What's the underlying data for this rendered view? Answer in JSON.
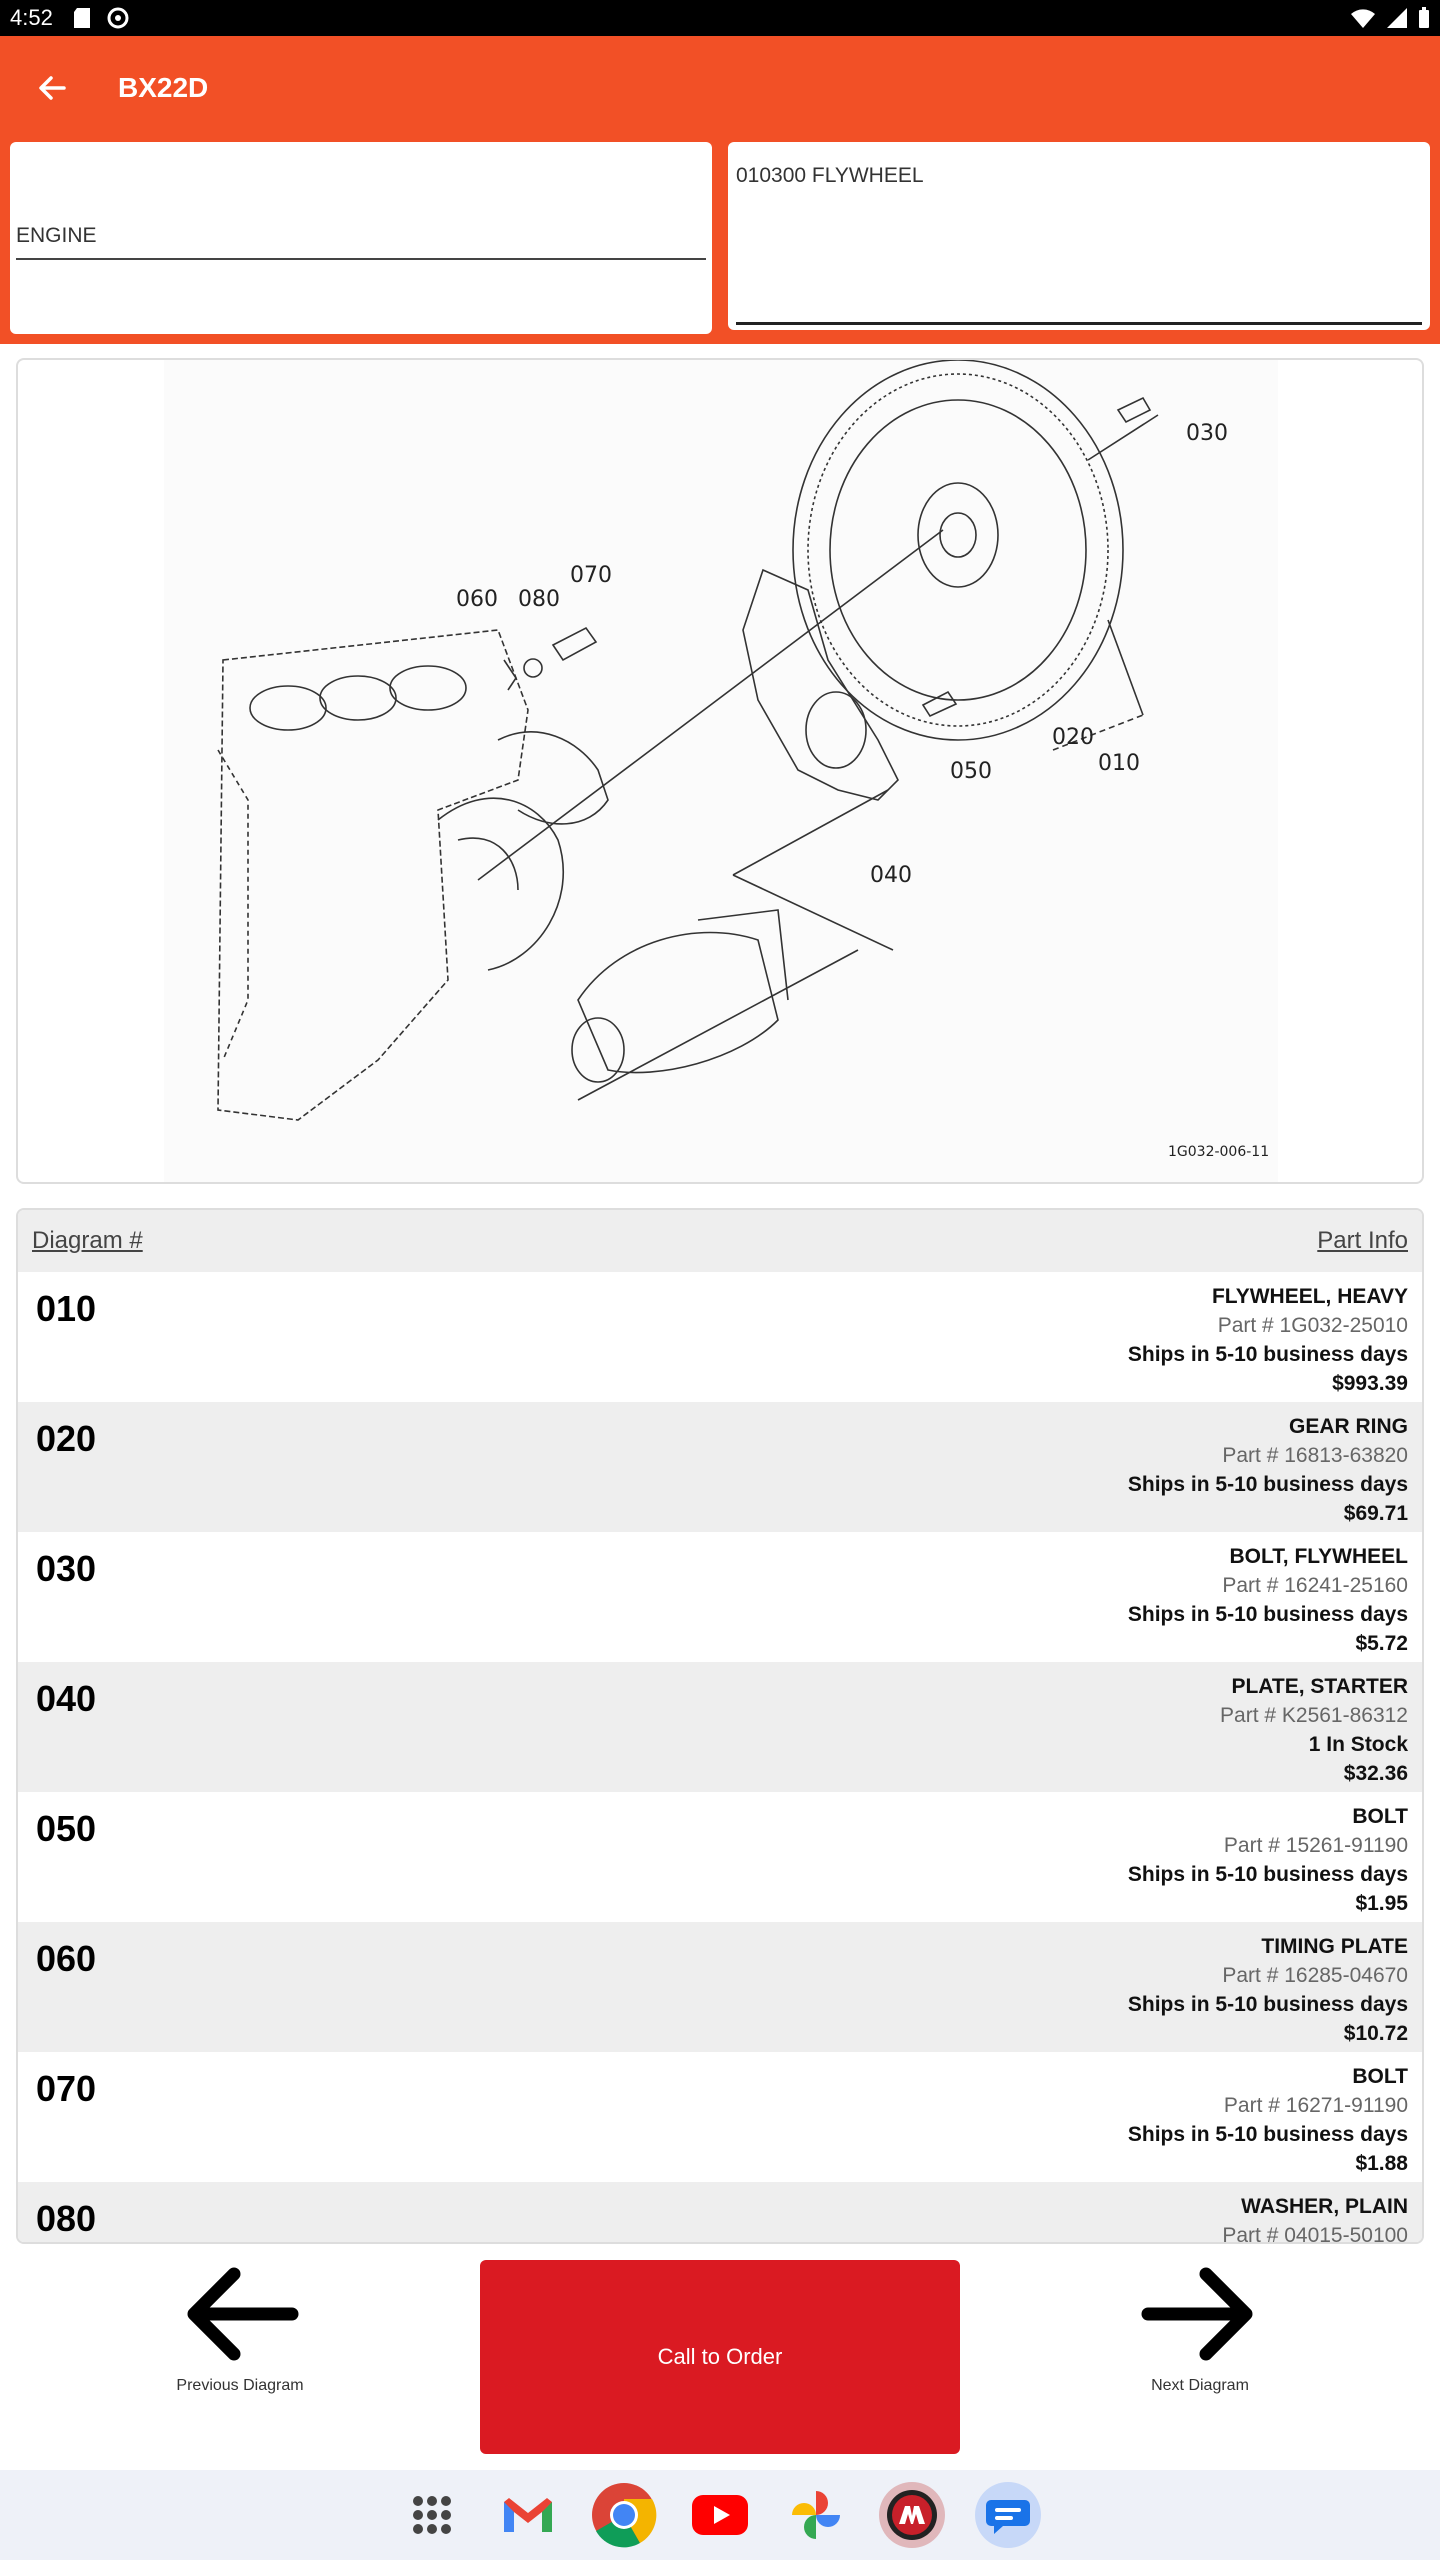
{
  "status_bar": {
    "time": "4:52"
  },
  "app_bar": {
    "title": "BX22D"
  },
  "selectors": {
    "category": "ENGINE",
    "section": "010300 FLYWHEEL"
  },
  "diagram": {
    "callouts": [
      "030",
      "060",
      "080",
      "070",
      "020",
      "010",
      "050",
      "040"
    ],
    "code": "1G032-006-11"
  },
  "parts_table": {
    "header_left": "Diagram #",
    "header_right": "Part Info",
    "rows": [
      {
        "num": "010",
        "name": "FLYWHEEL, HEAVY",
        "part": "Part # 1G032-25010",
        "avail": "Ships in 5-10 business days",
        "price": "$993.39"
      },
      {
        "num": "020",
        "name": "GEAR RING",
        "part": "Part # 16813-63820",
        "avail": "Ships in 5-10 business days",
        "price": "$69.71"
      },
      {
        "num": "030",
        "name": "BOLT, FLYWHEEL",
        "part": "Part # 16241-25160",
        "avail": "Ships in 5-10 business days",
        "price": "$5.72"
      },
      {
        "num": "040",
        "name": "PLATE, STARTER",
        "part": "Part # K2561-86312",
        "avail": "1 In Stock",
        "price": "$32.36"
      },
      {
        "num": "050",
        "name": "BOLT",
        "part": "Part # 15261-91190",
        "avail": "Ships in 5-10 business days",
        "price": "$1.95"
      },
      {
        "num": "060",
        "name": "TIMING PLATE",
        "part": "Part # 16285-04670",
        "avail": "Ships in 5-10 business days",
        "price": "$10.72"
      },
      {
        "num": "070",
        "name": "BOLT",
        "part": "Part # 16271-91190",
        "avail": "Ships in 5-10 business days",
        "price": "$1.88"
      },
      {
        "num": "080",
        "name": "WASHER, PLAIN",
        "part": "Part # 04015-50100",
        "avail": "",
        "price": ""
      }
    ]
  },
  "bottom_nav": {
    "prev_label": "Previous Diagram",
    "call_label": "Call to Order",
    "next_label": "Next Diagram"
  },
  "taskbar": {
    "icons": [
      "app-drawer-icon",
      "gmail-icon",
      "chrome-icon",
      "youtube-icon",
      "photos-icon",
      "dealer-app-icon",
      "messages-icon"
    ]
  },
  "colors": {
    "brand": "#F25026",
    "call_button": "#DA1A22"
  }
}
